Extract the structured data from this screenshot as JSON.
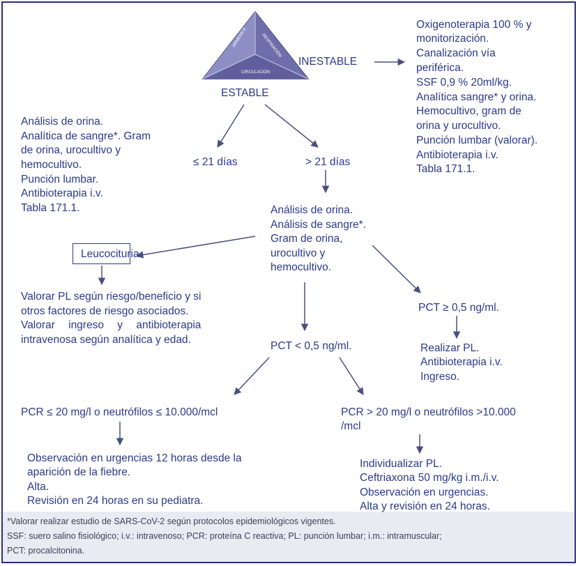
{
  "triangle": {
    "top_label": "",
    "sides": [
      "ARMENICA",
      "RESPIRACIÓN",
      "CIRCULACIÓN"
    ]
  },
  "nodes": {
    "inestable": "INESTABLE",
    "estable": "ESTABLE",
    "inestable_actions": [
      "Oxigenoterapia 100 % y",
      "monitorización.",
      "Canalización vía",
      "periférica.",
      "SSF 0,9 % 20ml/kg.",
      "Analítica sangre* y orina.",
      "Hemocultivo, gram de",
      "orina y urocultivo.",
      "Punción lumbar (valorar).",
      "Antibioterapia i.v.",
      "Tabla 171.1."
    ],
    "le21_actions": [
      "Análisis de orina.",
      "Analítica de sangre*. Gram",
      "de orina, urocultivo y",
      "hemocultivo.",
      "Punción lumbar.",
      "Antibioterapia i.v.",
      "Tabla 171.1."
    ],
    "le21": "≤ 21 días",
    "gt21": "> 21 días",
    "gt21_actions": [
      "Análisis de orina.",
      "Análisis de sangre*.",
      "Gram de orina,",
      "urocultivo y",
      "hemocultivo."
    ],
    "leucocituria": "Leucocituria",
    "leuco_actions": [
      "Valorar PL según riesgo/beneficio y si",
      "otros factores de riesgo asociados.",
      "Valorar ingreso y antibioterapia",
      "intravenosa según analítica y edad."
    ],
    "pct_high": "PCT ≥ 0,5 ng/ml.",
    "pct_high_actions": [
      "Realizar PL.",
      "Antibioterapia i.v.",
      "Ingreso."
    ],
    "pct_low": "PCT < 0,5 ng/ml.",
    "pcr_low": "PCR ≤ 20 mg/l o neutrófilos ≤ 10.000/mcl",
    "pcr_low_actions": [
      "Observación en urgencias 12 horas desde la",
      "aparición de la fiebre.",
      "Alta.",
      "Revisión en 24 horas en su pediatra."
    ],
    "pcr_high": [
      "PCR > 20 mg/l o neutrófilos >10.000",
      "/mcl"
    ],
    "pcr_high_actions": [
      "Individualizar PL.",
      "Ceftriaxona 50 mg/kg i.m./i.v.",
      "Observación en urgencias.",
      "Alta y revisión en 24 horas."
    ]
  },
  "footer": [
    "*Valorar realizar estudio de SARS-CoV-2 según protocolos epidemiológicos vigentes.",
    "SSF: suero salino fisiológico; i.v.: intravenoso; PCR: proteína C reactiva; PL: punción lumbar; i.m.: intramuscular;",
    "PCT: procalcitonina."
  ],
  "colors": {
    "text": "#2b3a8c",
    "triangle": "#7e7fb8",
    "border": "#2b2d7a"
  }
}
